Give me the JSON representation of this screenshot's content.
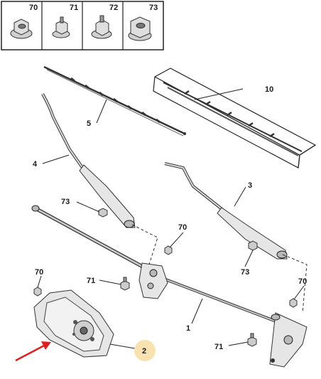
{
  "header_parts": [
    {
      "num": "70",
      "icon": "hex-nut-flanged-icon"
    },
    {
      "num": "71",
      "icon": "hex-nut-small-icon"
    },
    {
      "num": "72",
      "icon": "hex-nut-collar-icon"
    },
    {
      "num": "73",
      "icon": "hex-nut-large-icon"
    }
  ],
  "callouts": {
    "c10": "10",
    "c5": "5",
    "c4": "4",
    "c3": "3",
    "c73a": "73",
    "c70a": "70",
    "c73b": "73",
    "c70b": "70",
    "c71a": "71",
    "c70c": "70",
    "c1": "1",
    "c71b": "71",
    "c2": "2"
  },
  "colors": {
    "highlight": "#f8e3b0",
    "arrow": "#e02020",
    "line": "#222222"
  }
}
